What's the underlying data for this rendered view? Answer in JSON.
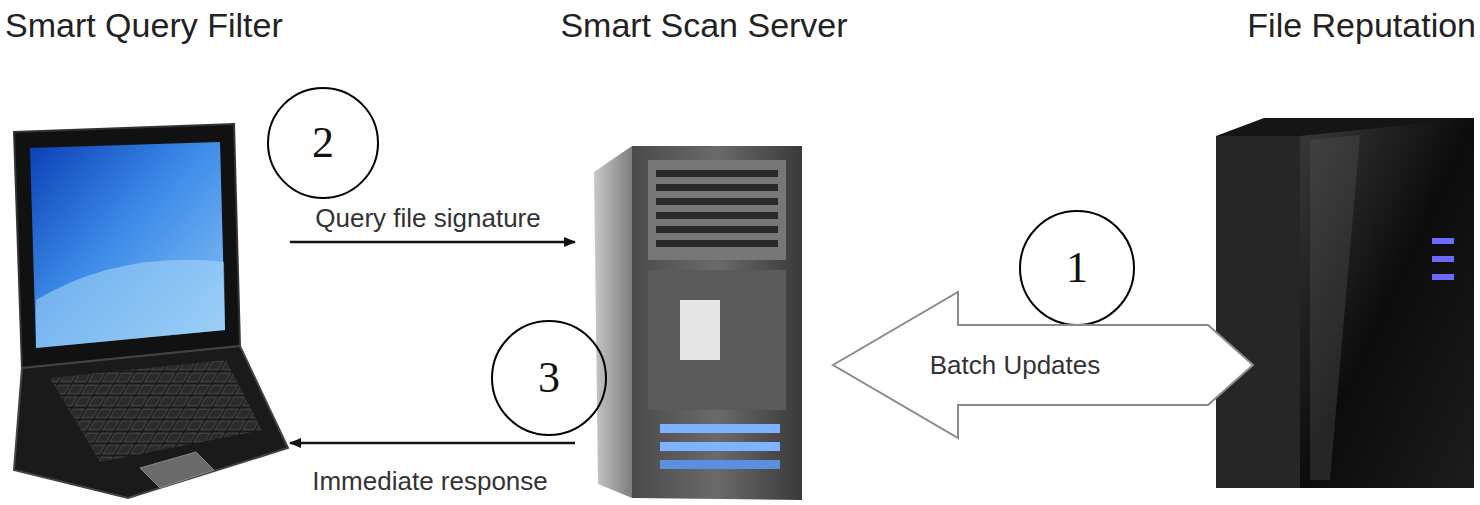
{
  "diagram": {
    "nodes": [
      {
        "text": [
          "Smart Query Filter"
        ]
      },
      {
        "text": [
          "Smart Scan Server"
        ]
      },
      {
        "text": [
          "File Reputation"
        ]
      }
    ],
    "edges": [
      {
        "from": 0,
        "to": 1,
        "arrow": "to",
        "label": "Query file signature"
      },
      {
        "from": 1,
        "to": 0,
        "arrow": "to",
        "label": "Immediate response"
      },
      {
        "from": 2,
        "to": 1,
        "arrow": "to",
        "label": "Batch Updates"
      }
    ],
    "labels": [
      "2",
      "1",
      "3"
    ]
  }
}
